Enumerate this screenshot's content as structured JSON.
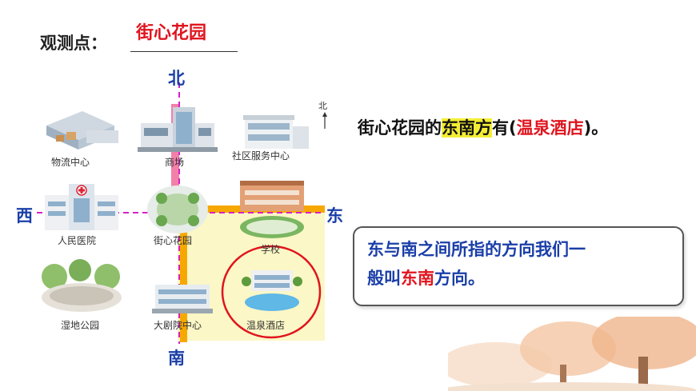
{
  "header": {
    "label": "观测点：",
    "answer": "街心花园"
  },
  "compass": {
    "north": "北",
    "south": "南",
    "east": "东",
    "west": "西",
    "north_arrow": "北"
  },
  "map": {
    "places": [
      {
        "id": "logistics",
        "label": "物流中心"
      },
      {
        "id": "mall",
        "label": "商场"
      },
      {
        "id": "community",
        "label": "社区服务中心"
      },
      {
        "id": "hospital",
        "label": "人民医院"
      },
      {
        "id": "garden",
        "label": "街心花园"
      },
      {
        "id": "school",
        "label": "学校"
      },
      {
        "id": "wetland",
        "label": "湿地公园"
      },
      {
        "id": "stadium",
        "label": "大剧院中心"
      },
      {
        "id": "hotel",
        "label": "温泉酒店"
      }
    ]
  },
  "statement": {
    "part1": "街心花园的",
    "highlight": "东南方",
    "part2": "有(",
    "answer": "温泉酒店",
    "part3": ")。"
  },
  "note": {
    "line1": "东与南之间所指的方向我们一",
    "line2_a": "般叫",
    "line2_red": "东南",
    "line2_b": "方向。"
  },
  "colors": {
    "blue_text": "#1a3ea8",
    "red_text": "#e0141e",
    "highlight": "#f3ee34",
    "axis_dashed": "#d620c8",
    "route_orange": "#f7a800",
    "route_pink": "#f06a9a",
    "yellow_area": "#fbf7c6"
  }
}
